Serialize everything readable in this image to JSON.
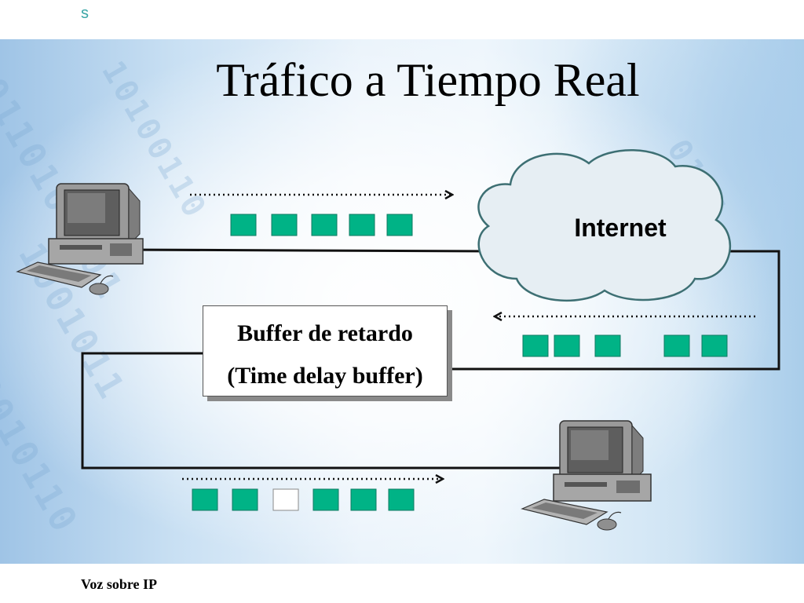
{
  "header": {
    "letter": "s"
  },
  "slide": {
    "title": "Tráfico a Tiempo Real",
    "footer": "Voz sobre IP"
  },
  "diagram": {
    "cloud": {
      "label": "Internet"
    },
    "buffer": {
      "line1": "Buffer de retardo",
      "line2": "(Time delay buffer)"
    },
    "colors": {
      "packet": "#00b386",
      "packet_border": "#0f7a63",
      "cloud_fill": "#e6eef3",
      "cloud_stroke": "#3d6f73",
      "line": "#111111"
    },
    "packets": {
      "sent": [
        "filled",
        "filled",
        "filled",
        "filled",
        "filled"
      ],
      "received_jittered": [
        "filled",
        "filled",
        "filled",
        "gap",
        "filled",
        "filled"
      ],
      "played_out": [
        "filled",
        "filled",
        "empty",
        "filled",
        "filled",
        "filled"
      ]
    },
    "icons": [
      "computer-icon-sender",
      "computer-icon-receiver",
      "internet-cloud-icon"
    ]
  }
}
